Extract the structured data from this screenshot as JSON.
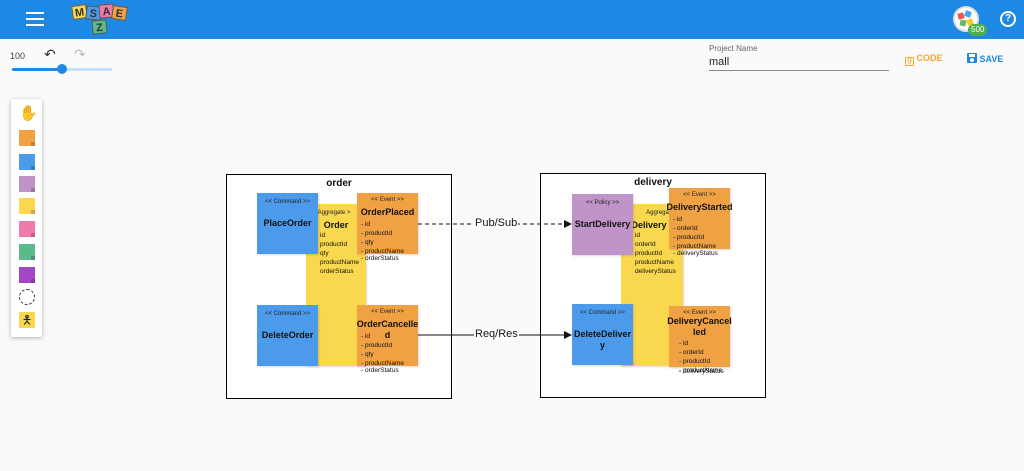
{
  "app": {
    "logo_letters": [
      "M",
      "S",
      "A",
      "E",
      "Z"
    ],
    "points_badge": "500",
    "help_label": "?"
  },
  "toolbar": {
    "zoom_value": "100",
    "zoom_fraction": 0.5,
    "undo_icon": "undo-icon",
    "redo_icon": "redo-icon",
    "project_name_label": "Project Name",
    "project_name_value": "mall",
    "code_label": "CODE",
    "save_label": "SAVE",
    "code_color": "#f5a623",
    "save_color": "#1e88e5"
  },
  "palette": {
    "colors": [
      "#f0a143",
      "#4c9beb",
      "#c094c9",
      "#f9d84f",
      "#ef7aac",
      "#5bb98a",
      "#a347c6"
    ],
    "items": [
      "hand-icon",
      "event-sticker",
      "command-sticker",
      "policy-sticker",
      "aggregate-sticker",
      "external-sticker",
      "readmodel-sticker",
      "ui-sticker",
      "bounded-context",
      "actor-icon"
    ]
  },
  "canvas": {
    "contexts": [
      {
        "name": "order"
      },
      {
        "name": "delivery"
      }
    ],
    "stickers": {
      "place_order": {
        "stereo": "<< Command >>",
        "name": "PlaceOrder"
      },
      "order_aggregate": {
        "stereo": "Aggregate >",
        "name": "Order",
        "attrs": [
          "id",
          "productId",
          "qty",
          "productName",
          "orderStatus"
        ]
      },
      "order_placed": {
        "stereo": "<< Event >>",
        "name": "OrderPlaced",
        "attrs": [
          "id",
          "productId",
          "qty",
          "productName",
          "orderStatus"
        ]
      },
      "delete_order": {
        "stereo": "<< Command >>",
        "name": "DeleteOrder"
      },
      "order_cancelled": {
        "stereo": "<< Event >>",
        "name": "OrderCancelled",
        "attrs": [
          "id",
          "productId",
          "qty",
          "productName",
          "orderStatus"
        ]
      },
      "start_delivery": {
        "stereo": "<< Policy >>",
        "name": "StartDelivery"
      },
      "delivery_aggregate": {
        "stereo": "Aggregate",
        "name": "Delivery",
        "attrs": [
          "id",
          "orderId",
          "productId",
          "productName",
          "deliveryStatus"
        ]
      },
      "delivery_started": {
        "stereo": "<< Event >>",
        "name": "DeliveryStarted",
        "attrs": [
          "id",
          "orderId",
          "productId",
          "productName",
          "deliveryStatus"
        ]
      },
      "delete_delivery": {
        "stereo": "<< Command >>",
        "name": "DeleteDelivery"
      },
      "delivery_cancelled": {
        "stereo": "<< Event >>",
        "name": "DeliveryCancelled",
        "attrs": [
          "id",
          "orderId",
          "productId",
          "productName",
          "deliveryStatus"
        ]
      }
    },
    "relations": {
      "pubsub": "Pub/Sub",
      "reqres": "Req/Res"
    },
    "colors": {
      "event": "#f0a143",
      "command": "#4c9beb",
      "policy": "#c094c9",
      "aggregate": "#f9d84f"
    }
  }
}
